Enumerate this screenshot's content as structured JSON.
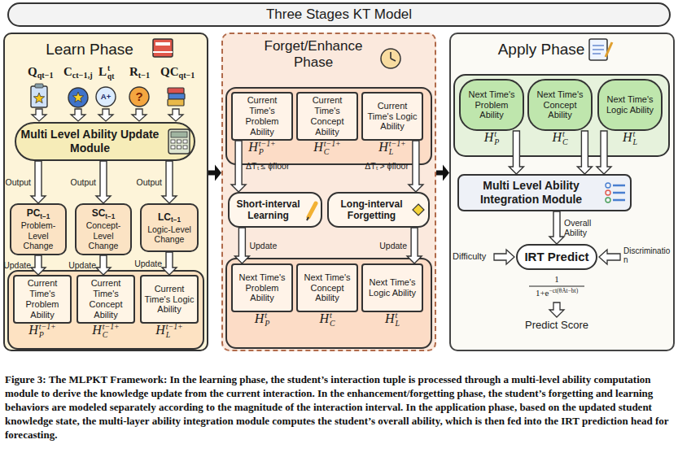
{
  "diagram": {
    "title": "Three Stages KT Model",
    "caption": "Figure 3: The MLPKT Framework: In the learning phase, the student’s interaction tuple is processed through a multi-level ability computation module to derive the knowledge update from the current interaction. In the enhancement/forgetting phase, the student’s forgetting and learning behaviors are modeled separately according to the magnitude of the interaction interval. In the application phase, based on the updated student knowledge state, the multi-layer ability integration module computes the student’s overall ability, which is then fed into the IRT prediction head for forecasting.",
    "nodes": [
      {
        "text": [
          "Learn Phase"
        ]
      },
      {
        "text": [
          "Multi Level Ability Update Module"
        ],
        "in": 0
      },
      {
        "text": [
          "PC",
          "t−1",
          "Problem-Level Change"
        ],
        "in": 0
      },
      {
        "text": [
          "SC",
          "t−1",
          "Concept-Level Change"
        ],
        "in": 0
      },
      {
        "text": [
          "LC",
          "t−1",
          "Logic-Level Change"
        ],
        "in": 0
      },
      {
        "text": [
          "Current Time's Problem Ability",
          "H",
          "P",
          "t−1+"
        ],
        "in": 0
      },
      {
        "text": [
          "Current Time's Concept Ability",
          "H",
          "C",
          "t−1+"
        ],
        "in": 0
      },
      {
        "text": [
          "Current Time's Logic Ability",
          "H",
          "L",
          "t−1+"
        ],
        "in": 0
      },
      {
        "text": [
          "Forget/Enhance Phase"
        ]
      },
      {
        "text": [
          "Current Time's Problem Ability",
          "H",
          "P",
          "t−1+"
        ],
        "in": 8
      },
      {
        "text": [
          "Current Time's Concept Ability",
          "H",
          "C",
          "t−1+"
        ],
        "in": 8
      },
      {
        "text": [
          "Current Time's Logic Ability",
          "H",
          "L",
          "t−1+"
        ],
        "in": 8
      },
      {
        "text": [
          "Short-interval Learning"
        ],
        "in": 8
      },
      {
        "text": [
          "Long-interval Forgetting"
        ],
        "in": 8
      },
      {
        "text": [
          "Next Time's Problem Ability",
          "H",
          "P",
          "t"
        ],
        "in": 8
      },
      {
        "text": [
          "Next Time's Concept Ability",
          "H",
          "C",
          "t"
        ],
        "in": 8
      },
      {
        "text": [
          "Next Time's Logic Ability",
          "H",
          "L",
          "t"
        ],
        "in": 8
      },
      {
        "text": [
          "Apply Phase"
        ]
      },
      {
        "text": [
          "Next Time's Problem Ability",
          "H",
          "P",
          "t"
        ],
        "in": 17
      },
      {
        "text": [
          "Next Time's Concept Ability",
          "H",
          "C",
          "t"
        ],
        "in": 17
      },
      {
        "text": [
          "Next Time's Logic Ability",
          "H",
          "L",
          "t"
        ],
        "in": 17
      },
      {
        "text": [
          "Multi Level Ability Integration Module"
        ],
        "in": 17
      },
      {
        "text": [
          "IRT Predict"
        ],
        "in": 17
      }
    ],
    "edges": [
      {
        "from": 1,
        "to": 2,
        "label": "Output",
        "arrow": "to"
      },
      {
        "from": 1,
        "to": 3,
        "label": "Output",
        "arrow": "to"
      },
      {
        "from": 1,
        "to": 4,
        "label": "Output",
        "arrow": "to"
      },
      {
        "from": 2,
        "to": 5,
        "label": "Update",
        "arrow": "to"
      },
      {
        "from": 3,
        "to": 6,
        "label": "Update",
        "arrow": "to"
      },
      {
        "from": 4,
        "to": 7,
        "label": "Update",
        "arrow": "to"
      },
      {
        "from": 0,
        "to": 8,
        "arrow": "to"
      },
      {
        "from": 8,
        "to": 17,
        "arrow": "to"
      },
      {
        "from": 9,
        "to": 12,
        "label": "ΔTₜ ≤ ϕfloor",
        "arrow": "to"
      },
      {
        "from": 11,
        "to": 13,
        "label": "ΔTₜ > ϕfloor",
        "arrow": "to"
      },
      {
        "from": 12,
        "to": 14,
        "label": "Update",
        "arrow": "to"
      },
      {
        "from": 13,
        "to": 16,
        "label": "Update",
        "arrow": "to"
      },
      {
        "from": 18,
        "to": 21,
        "arrow": "to"
      },
      {
        "from": 19,
        "to": 21,
        "arrow": "to"
      },
      {
        "from": 20,
        "to": 21,
        "arrow": "to"
      },
      {
        "from": 21,
        "to": 22,
        "label": "Overall Ability",
        "arrow": "to"
      }
    ],
    "labels": [
      "Q",
      "qt−1",
      "C",
      "ct−1,j",
      "L",
      "t",
      "qt",
      "R",
      "t−1",
      "QC",
      "qt−1",
      "A+",
      "?",
      "Difficulty",
      "Discrimination",
      "1",
      "1+e",
      "−ct(θAt−bt)",
      "Predict Score"
    ]
  }
}
